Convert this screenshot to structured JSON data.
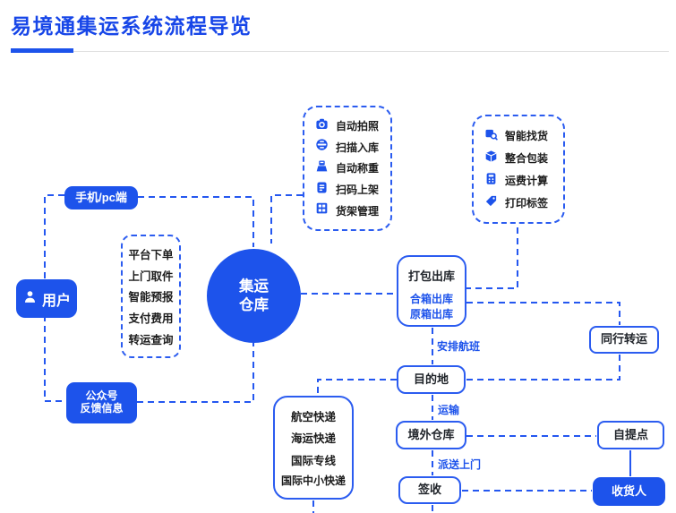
{
  "title": "易境通集运系统流程导览",
  "colors": {
    "accent": "#1d53eb",
    "line": "#2457f0",
    "ink": "#1f2329"
  },
  "left": {
    "client": "手机/pc端",
    "user": "用户",
    "feedback": {
      "line1": "公众号",
      "line2": "反馈信息"
    },
    "services": {
      "items": [
        "平台下单",
        "上门取件",
        "智能预报",
        "支付费用",
        "转运查询"
      ]
    }
  },
  "hub": {
    "line1": "集运",
    "line2": "仓库"
  },
  "inbound": {
    "items": [
      {
        "icon": "camera-icon",
        "label": "自动拍照"
      },
      {
        "icon": "scan-icon",
        "label": "扫描入库"
      },
      {
        "icon": "scale-icon",
        "label": "自动称重"
      },
      {
        "icon": "barcode-list-icon",
        "label": "扫码上架"
      },
      {
        "icon": "shelf-icon",
        "label": "货架管理"
      }
    ]
  },
  "outbound": {
    "items": [
      {
        "icon": "smart-search-icon",
        "label": "智能找货"
      },
      {
        "icon": "package-icon",
        "label": "整合包装"
      },
      {
        "icon": "calculator-icon",
        "label": "运费计算"
      },
      {
        "icon": "label-icon",
        "label": "打印标签"
      }
    ]
  },
  "flow": {
    "pack": {
      "title": "打包出库",
      "sub1": "合箱出库",
      "sub2": "原箱出库"
    },
    "flight_label": "安排航班",
    "peer_transfer": "同行转运",
    "destination": "目的地",
    "transport_label": "运输",
    "overseas": "境外仓库",
    "delivery_label": "派送上门",
    "sign": "签收",
    "pickup": "自提点",
    "receiver": "收货人",
    "channels": {
      "items": [
        "航空快递",
        "海运快递",
        "国际专线",
        "国际中小快递"
      ]
    }
  }
}
